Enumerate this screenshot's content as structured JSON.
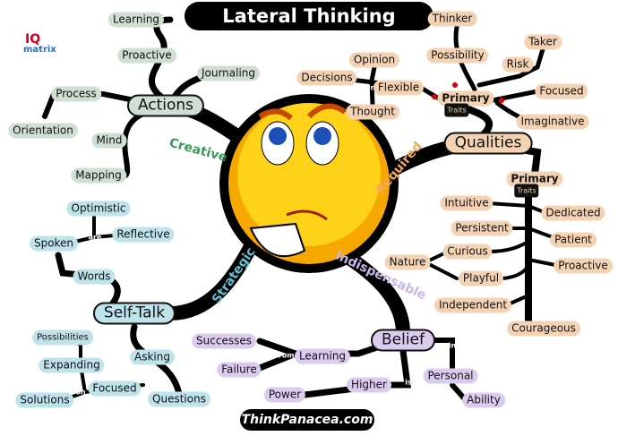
{
  "title": "Lateral Thinking",
  "footer": "ThinkPanacea.com",
  "logo": {
    "line1": "IQ",
    "line2": "matrix"
  },
  "colors": {
    "actions": "#cfe0d2",
    "self_talk": "#bfe3ea",
    "belief": "#dccbee",
    "qualities": "#f4d3b5",
    "branch": "#000000"
  },
  "connectors": {
    "creative": "Creative",
    "strategic": "Strategic",
    "indispensable": "Indispensable",
    "required": "Required"
  },
  "actions": {
    "label": "Actions",
    "learning": "Learning",
    "proactive": "Proactive",
    "journaling": "Journaling",
    "process": "Process",
    "orientation": "Orientation",
    "mind": "Mind",
    "mapping": "Mapping"
  },
  "self_talk": {
    "label": "Self-Talk",
    "optimistic": "Optimistic",
    "are": "are",
    "reflective": "Reflective",
    "spoken": "Spoken",
    "words": "Words",
    "possibilities": "Possibilities",
    "expanding": "Expanding",
    "asking": "Asking",
    "focused": "Focused",
    "on": "on",
    "solutions": "Solutions",
    "questions": "Questions"
  },
  "belief": {
    "label": "Belief",
    "successes": "Successes",
    "failure": "Failure",
    "from": "from",
    "learning": "Learning",
    "in1": "in",
    "in2": "in",
    "is": "is",
    "power": "Power",
    "higher": "Higher",
    "personal": "Personal",
    "ability": "Ability"
  },
  "qualities": {
    "label": "Qualities",
    "decisions": "Decisions",
    "opinion": "Opinion",
    "thought": "Thought",
    "in": "in",
    "flexible": "Flexible",
    "primary1": "Primary",
    "traits1": "Traits",
    "thinker": "Thinker",
    "possibility": "Possibility",
    "risk": "Risk",
    "taker": "Taker",
    "focused": "Focused",
    "imaginative": "Imaginative",
    "primary2": "Primary",
    "traits2": "Traits",
    "intuitive": "Intuitive",
    "dedicated": "Dedicated",
    "persistent": "Persistent",
    "patient": "Patient",
    "curious": "Curious",
    "nature": "Nature",
    "proactive": "Proactive",
    "playful": "Playful",
    "independent": "Independent",
    "courageous": "Courageous"
  }
}
